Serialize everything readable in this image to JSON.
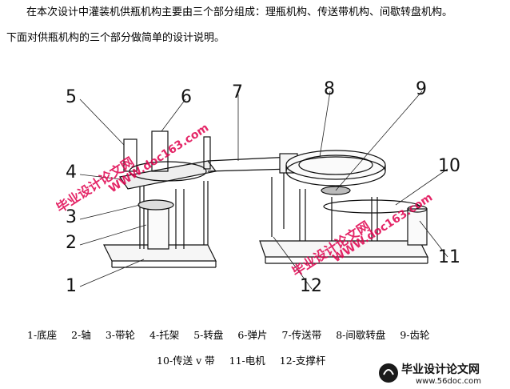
{
  "text": {
    "paragraph1": "在本次设计中灌装机供瓶机构主要由三个部分组成：理瓶机构、传送带机构、间歇转盘机构。",
    "paragraph2": "下面对供瓶机构的三个部分做简单的设计说明。"
  },
  "figure": {
    "callouts": [
      "1",
      "2",
      "3",
      "4",
      "5",
      "6",
      "7",
      "8",
      "9",
      "10",
      "11",
      "12"
    ],
    "watermarks": [
      "毕业设计论文网",
      "WWW.doc163.com"
    ]
  },
  "legend": {
    "row1": [
      "1-底座",
      "2-轴",
      "3-带轮",
      "4-托架",
      "5-转盘",
      "6-弹片",
      "7-传送带",
      "8-间歇转盘",
      "9-齿轮"
    ],
    "row2": [
      "10-传送 v 带",
      "11-电机",
      "12-支撑杆"
    ]
  },
  "stamp": {
    "title": "毕业设计论文网",
    "url": "www.56doc.com"
  }
}
